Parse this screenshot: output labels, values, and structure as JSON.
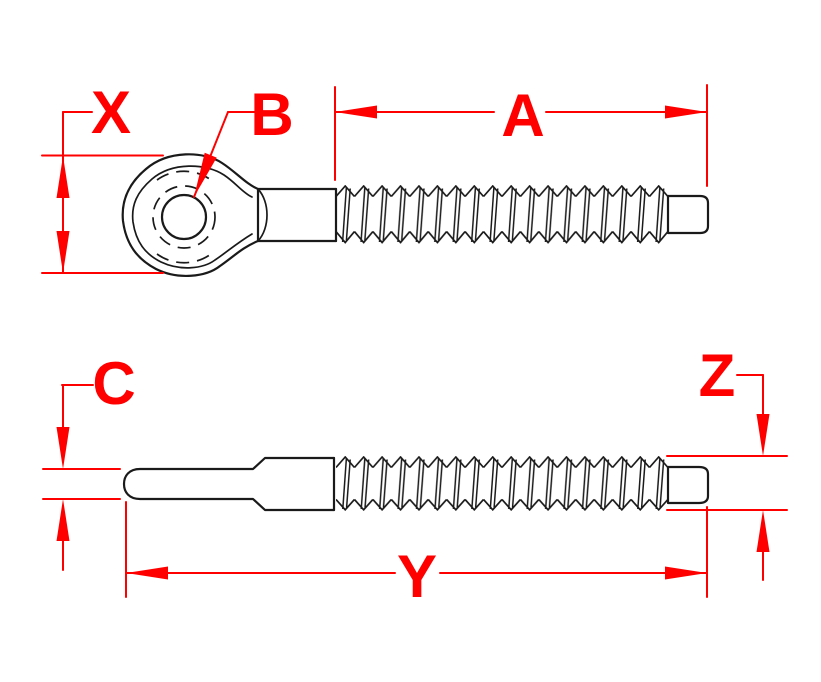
{
  "drawing": {
    "colors": {
      "background": "#ffffff",
      "part_line": "#1a1a1a",
      "dimension": "#ff0000"
    },
    "dimensions": {
      "eye_width": {
        "label": "X"
      },
      "eye_hole": {
        "label": "B"
      },
      "thread_length": {
        "label": "A"
      },
      "shank_diameter": {
        "label": "C"
      },
      "overall_length": {
        "label": "Y"
      },
      "thread_diameter": {
        "label": "Z"
      }
    }
  }
}
